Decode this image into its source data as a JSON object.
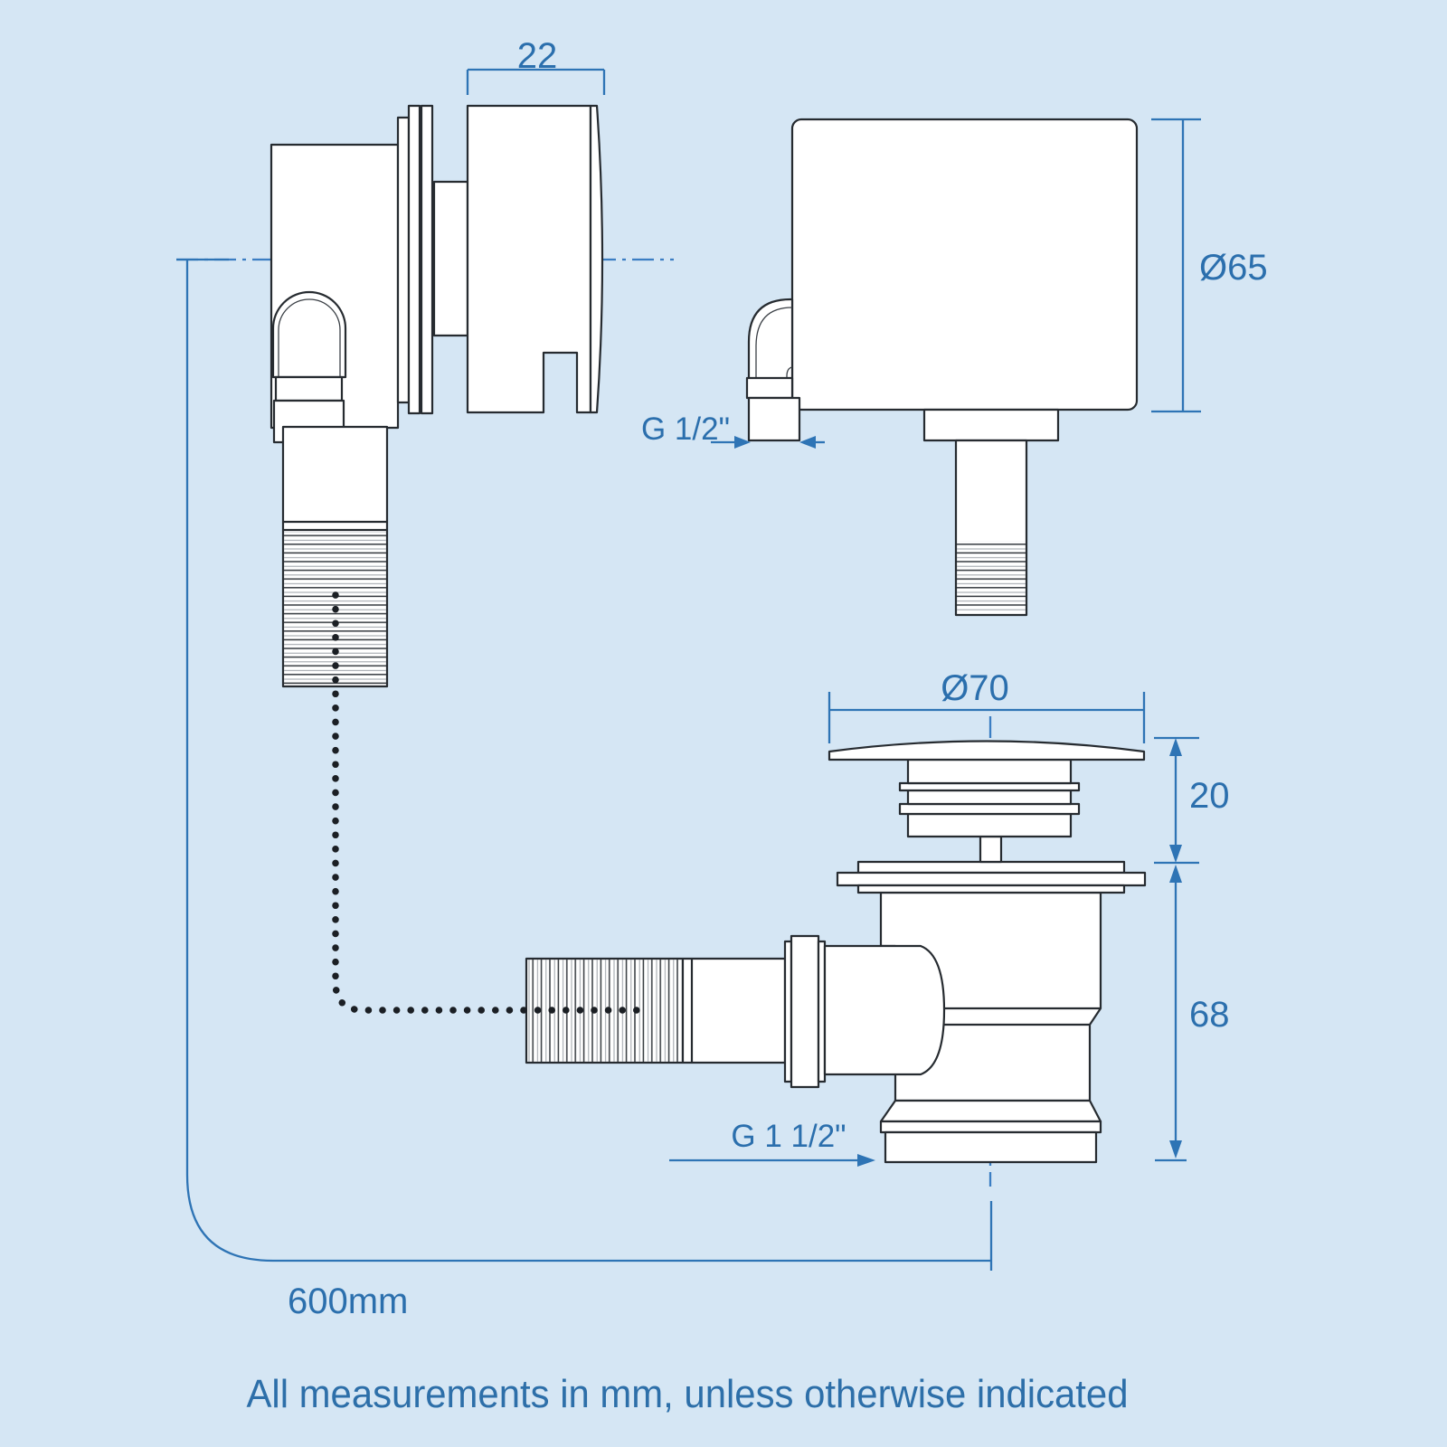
{
  "diagram": {
    "type": "technical-drawing",
    "subject": "bath overflow filler and clicker waste dimensions",
    "footer_note": "All measurements in mm, unless otherwise indicated",
    "colors": {
      "background": "#d5e6f4",
      "line_art": "#262b30",
      "dimension_blue": "#2e74b5",
      "text_blue": "#2b6fad"
    },
    "views": {
      "overflow_side_view": {
        "dim_cap_depth": "22"
      },
      "overflow_front_view": {
        "dim_face_diameter": "Ø65",
        "thread_label": "G 1/2\""
      },
      "waste_assembly": {
        "dim_cap_diameter": "Ø70",
        "dim_cap_height": "20",
        "dim_body_height": "68",
        "thread_label": "G 1 1/2\"",
        "chain_length": "600mm"
      }
    }
  }
}
